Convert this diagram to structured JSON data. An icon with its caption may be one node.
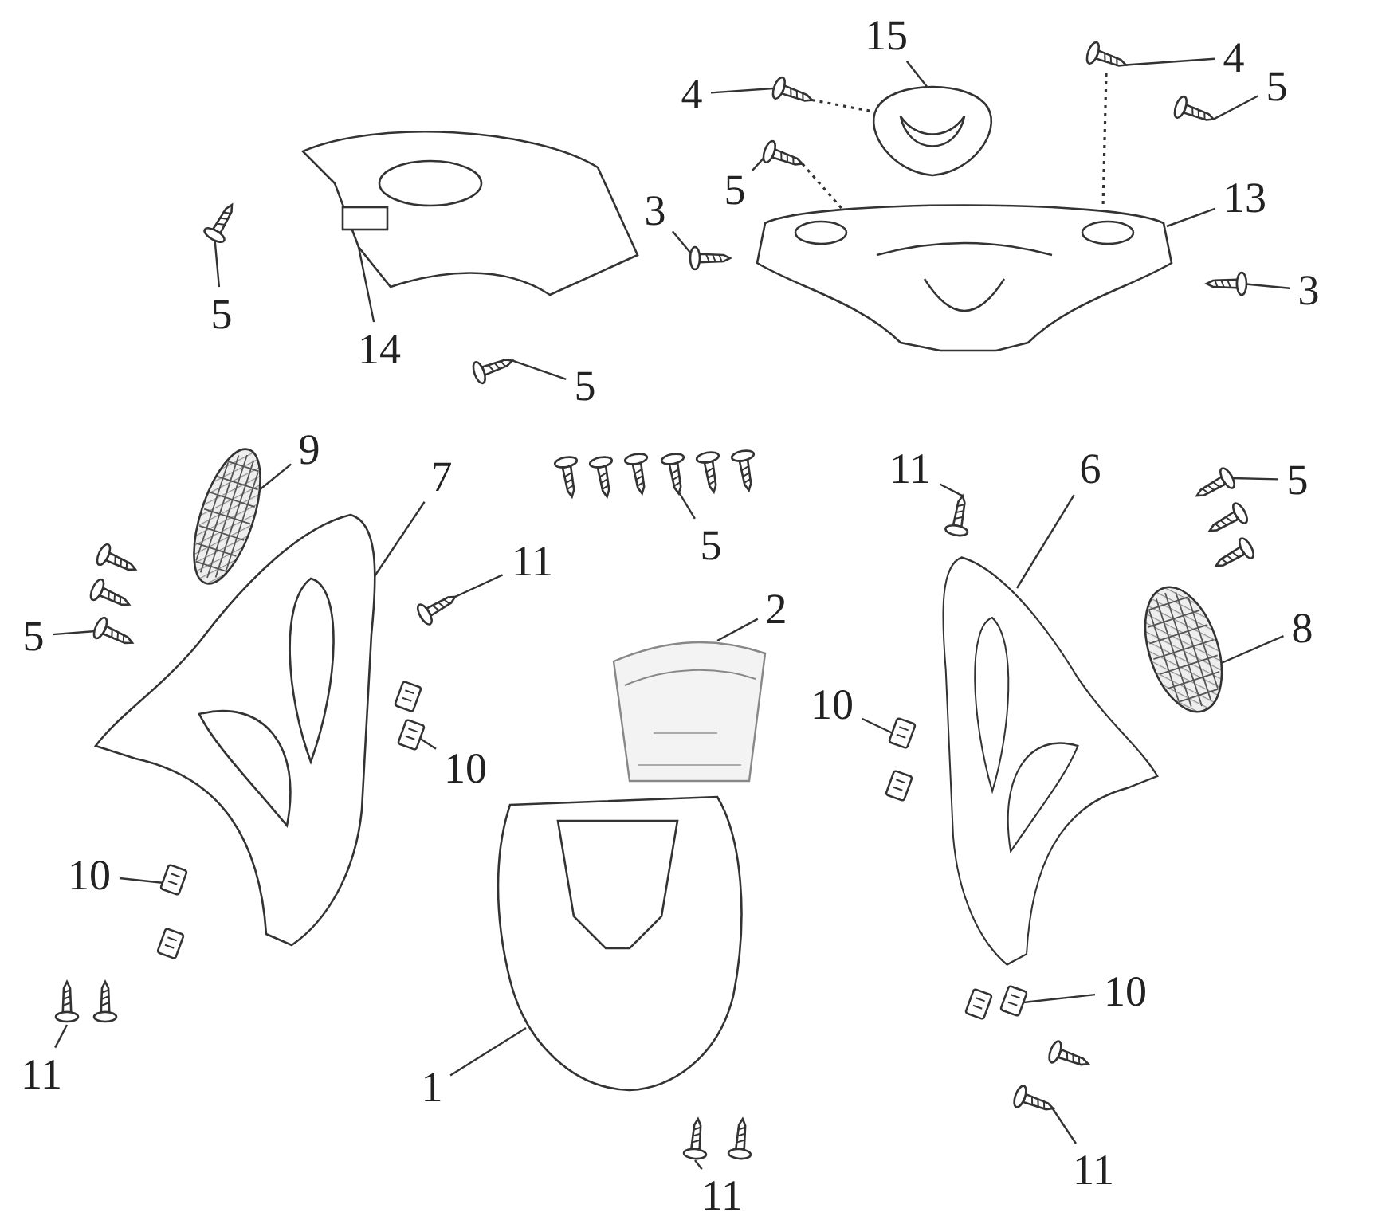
{
  "diagram": {
    "nodes": [
      {
        "text": [
          "15"
        ]
      },
      {
        "text": [],
        "shape": "picture"
      },
      {
        "text": [
          "4"
        ]
      },
      {
        "text": [],
        "shape": "picture"
      },
      {
        "text": [
          "4"
        ]
      },
      {
        "text": [],
        "shape": "picture"
      },
      {
        "text": [
          "5"
        ]
      },
      {
        "text": [],
        "shape": "picture"
      },
      {
        "text": [
          "5"
        ]
      },
      {
        "text": [],
        "shape": "picture"
      },
      {
        "text": [
          "13"
        ]
      },
      {
        "text": [],
        "shape": "picture"
      },
      {
        "text": [
          "3"
        ]
      },
      {
        "text": [],
        "shape": "picture"
      },
      {
        "text": [
          "3"
        ]
      },
      {
        "text": [],
        "shape": "picture"
      },
      {
        "text": [],
        "shape": "picture"
      },
      {
        "text": [
          "5"
        ]
      },
      {
        "text": [],
        "shape": "picture"
      },
      {
        "text": [
          "14"
        ]
      },
      {
        "text": [
          "5"
        ]
      },
      {
        "text": [],
        "shape": "picture"
      },
      {
        "text": [
          "9"
        ]
      },
      {
        "text": [],
        "shape": "picture"
      },
      {
        "text": [
          "7"
        ]
      },
      {
        "text": [],
        "shape": "picture"
      },
      {
        "text": [
          "5"
        ]
      },
      {
        "text": [],
        "shape": "picture"
      },
      {
        "text": [
          "11"
        ]
      },
      {
        "text": [],
        "shape": "picture"
      },
      {
        "text": [
          "6"
        ]
      },
      {
        "text": [],
        "shape": "picture"
      },
      {
        "text": [
          "5"
        ]
      },
      {
        "text": [],
        "shape": "picture"
      },
      {
        "text": [
          "5"
        ]
      },
      {
        "text": [],
        "shape": "picture"
      },
      {
        "text": [
          "11"
        ]
      },
      {
        "text": [],
        "shape": "picture"
      },
      {
        "text": [
          "2"
        ]
      },
      {
        "text": [],
        "shape": "picture"
      },
      {
        "text": [
          "8"
        ]
      },
      {
        "text": [],
        "shape": "picture"
      },
      {
        "text": [
          "10"
        ]
      },
      {
        "text": [],
        "shape": "picture"
      },
      {
        "text": [
          "10"
        ]
      },
      {
        "text": [],
        "shape": "picture"
      },
      {
        "text": [
          "10"
        ]
      },
      {
        "text": [],
        "shape": "picture"
      },
      {
        "text": [
          "10"
        ]
      },
      {
        "text": [],
        "shape": "picture"
      },
      {
        "text": [
          "11"
        ]
      },
      {
        "text": [],
        "shape": "picture"
      },
      {
        "text": [
          "1"
        ]
      },
      {
        "text": [],
        "shape": "picture"
      },
      {
        "text": [
          "11"
        ]
      },
      {
        "text": [],
        "shape": "picture"
      },
      {
        "text": [
          "11"
        ]
      },
      {
        "text": [],
        "shape": "picture"
      }
    ],
    "edges": [
      {
        "from": 0,
        "to": 1,
        "arrow": "none"
      },
      {
        "from": 2,
        "to": 3,
        "arrow": "none"
      },
      {
        "from": 4,
        "to": 5,
        "arrow": "none"
      },
      {
        "from": 6,
        "to": 7,
        "arrow": "none"
      },
      {
        "from": 8,
        "to": 9,
        "arrow": "none"
      },
      {
        "from": 10,
        "to": 11,
        "arrow": "none"
      },
      {
        "from": 12,
        "to": 13,
        "arrow": "none"
      },
      {
        "from": 14,
        "to": 15,
        "arrow": "none"
      },
      {
        "from": 17,
        "to": 18,
        "arrow": "none"
      },
      {
        "from": 19,
        "to": 16,
        "arrow": "none"
      },
      {
        "from": 20,
        "to": 21,
        "arrow": "none"
      },
      {
        "from": 22,
        "to": 23,
        "arrow": "none"
      },
      {
        "from": 24,
        "to": 25,
        "arrow": "none"
      },
      {
        "from": 26,
        "to": 27,
        "arrow": "none"
      },
      {
        "from": 28,
        "to": 29,
        "arrow": "none"
      },
      {
        "from": 30,
        "to": 31,
        "arrow": "none"
      },
      {
        "from": 32,
        "to": 33,
        "arrow": "none"
      },
      {
        "from": 34,
        "to": 35,
        "arrow": "none"
      },
      {
        "from": 36,
        "to": 37,
        "arrow": "none"
      },
      {
        "from": 38,
        "to": 39,
        "arrow": "none"
      },
      {
        "from": 40,
        "to": 41,
        "arrow": "none"
      },
      {
        "from": 42,
        "to": 43,
        "arrow": "none"
      },
      {
        "from": 44,
        "to": 45,
        "arrow": "none"
      },
      {
        "from": 46,
        "to": 47,
        "arrow": "none"
      },
      {
        "from": 48,
        "to": 49,
        "arrow": "none"
      },
      {
        "from": 50,
        "to": 51,
        "arrow": "none"
      },
      {
        "from": 52,
        "to": 53,
        "arrow": "none"
      },
      {
        "from": 54,
        "to": 55,
        "arrow": "none"
      },
      {
        "from": 56,
        "to": 57,
        "arrow": "none"
      },
      {
        "from": 3,
        "to": 1,
        "arrow": "none",
        "style": "dashed"
      },
      {
        "from": 5,
        "to": 11,
        "arrow": "none",
        "style": "dashed"
      },
      {
        "from": 9,
        "to": 11,
        "arrow": "none",
        "style": "dashed"
      }
    ]
  }
}
